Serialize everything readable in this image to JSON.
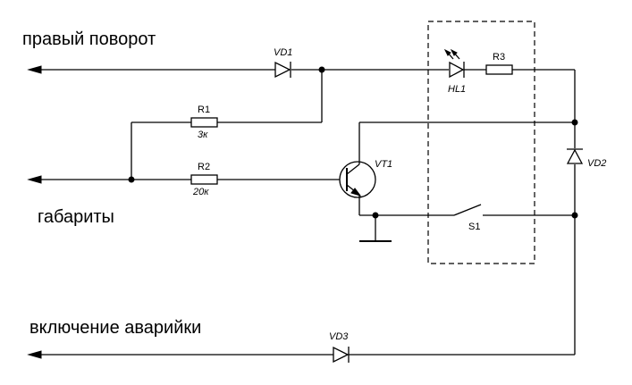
{
  "labels": {
    "right_turn": "правый поворот",
    "side_lights": "габариты",
    "hazard_on": "включение аварийки"
  },
  "components": {
    "vd1": "VD1",
    "vd2": "VD2",
    "vd3": "VD3",
    "r1": "R1",
    "r1_value": "3к",
    "r2": "R2",
    "r2_value": "20к",
    "r3": "R3",
    "hl1": "HL1",
    "vt1": "VT1",
    "s1": "S1"
  }
}
